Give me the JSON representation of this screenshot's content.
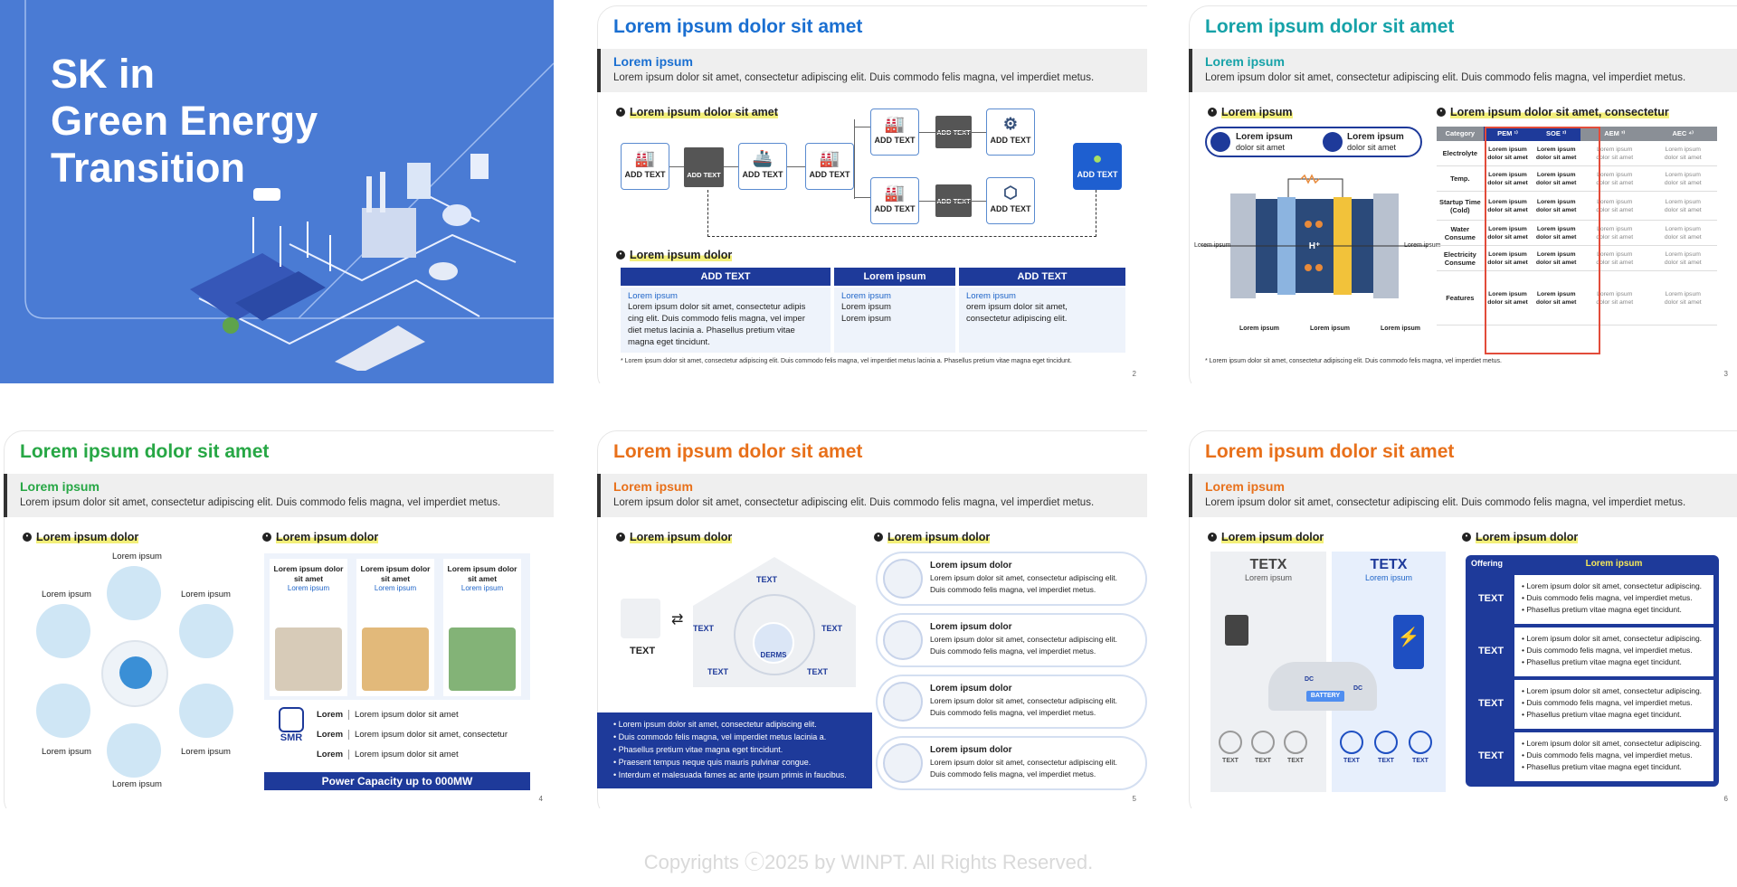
{
  "cover": {
    "line1": "SK in",
    "line2": "Green Energy",
    "line3": "Transition"
  },
  "s2": {
    "title": "Lorem ipsum dolor sit amet",
    "band_h": "Lorem ipsum",
    "band_d": "Lorem ipsum dolor sit amet, consectetur adipiscing elit. Duis commodo felis magna, vel imperdiet metus.",
    "sec1": "Lorem ipsum dolor sit amet",
    "sec2": "Lorem ipsum dolor",
    "add": "ADD TEXT",
    "col1_h": "ADD TEXT",
    "col2_h": "Lorem ipsum",
    "col3_h": "ADD TEXT",
    "sub": "Lorem ipsum",
    "c1_1": "Lorem ipsum dolor sit amet, consectetur adipis cing elit. Duis commodo felis magna, vel imper",
    "c1_2": "diet metus lacinia a. Phasellus pretium vitae magna eget tincidunt.",
    "c2_1": "Lorem ipsum",
    "c2_2": "Lorem ipsum",
    "c3_1": "orem ipsum dolor sit amet,",
    "c3_2": "consectetur adipiscing elit.",
    "note": "* Lorem ipsum dolor sit amet, consectetur adipiscing elit. Duis commodo felis magna, vel imperdiet metus lacinia a. Phasellus pretium vitae magna eget tincidunt.",
    "page": "2"
  },
  "s3": {
    "title": "Lorem ipsum dolor sit amet",
    "band_h": "Lorem ipsum",
    "band_d": "Lorem ipsum dolor sit amet, consectetur adipiscing elit. Duis commodo felis magna, vel imperdiet metus.",
    "sec1": "Lorem ipsum",
    "sec2": "Lorem ipsum dolor sit amet, consectetur",
    "pill1_a": "Lorem ipsum",
    "pill1_b": "dolor sit amet",
    "pill2_a": "Lorem ipsum",
    "pill2_b": "dolor sit amet",
    "cell_l1": "Lorem ipsum",
    "cell_l2": "dolor sit amet",
    "headers": [
      "Category",
      "PEM ¹⁾",
      "SOE ²⁾",
      "AEM ³⁾",
      "AEC ⁴⁾"
    ],
    "rows": [
      "Electrolyte",
      "Temp.",
      "Startup Time (Cold)",
      "Water Consume",
      "Electricity Consume",
      "Features"
    ],
    "cell_a": "Lorem ipsum",
    "cell_b": "dolor sit amet",
    "note": "* Lorem ipsum dolor sit amet, consectetur adipiscing elit. Duis commodo felis magna, vel imperdiet metus.",
    "page": "3",
    "lbl_hplus": "H⁺",
    "lbl_left": "Lorem ipsum",
    "lbl_right": "Lorem ipsum"
  },
  "s4": {
    "title": "Lorem ipsum dolor sit amet",
    "band_h": "Lorem ipsum",
    "band_d": "Lorem ipsum dolor sit amet, consectetur adipiscing elit. Duis commodo felis magna, vel imperdiet metus.",
    "sec1": "Lorem ipsum dolor",
    "sec2": "Lorem ipsum dolor",
    "ring_label": "Lorem ipsum",
    "col_title": "Lorem ipsum dolor sit amet",
    "col_sub": "Lorem ipsum",
    "smr": "SMR",
    "r1_k": "Lorem",
    "r1_v": "Lorem ipsum dolor sit amet",
    "r2_k": "Lorem",
    "r2_v": "Lorem ipsum dolor sit amet, consectetur",
    "r3_k": "Lorem",
    "r3_v": "Lorem ipsum dolor sit amet",
    "bar": "Power Capacity up to 000MW",
    "page": "4"
  },
  "s5": {
    "title": "Lorem ipsum dolor sit amet",
    "band_h": "Lorem ipsum",
    "band_d": "Lorem ipsum dolor sit amet, consectetur adipiscing elit. Duis commodo felis magna, vel imperdiet metus.",
    "sec1": "Lorem ipsum dolor",
    "sec2": "Lorem ipsum dolor",
    "text": "TEXT",
    "derms": "DERMS",
    "bullets": [
      "Lorem ipsum dolor sit amet, consectetur adipiscing elit.",
      "Duis commodo felis magna, vel imperdiet metus lacinia a.",
      "Phasellus pretium vitae magna eget tincidunt.",
      "Praesent tempus neque quis mauris pulvinar congue.",
      "Interdum et malesuada fames ac ante ipsum primis in faucibus."
    ],
    "card_h": "Lorem ipsum dolor",
    "card_b1": "Lorem ipsum dolor sit amet, consectetur adipiscing elit.",
    "card_b2": "Duis commodo felis magna, vel imperdiet metus.",
    "page": "5"
  },
  "s6": {
    "title": "Lorem ipsum dolor sit amet",
    "band_h": "Lorem ipsum",
    "band_d": "Lorem ipsum dolor sit amet, consectetur adipiscing elit. Duis commodo felis magna, vel imperdiet metus.",
    "sec1": "Lorem ipsum dolor",
    "sec2": "Lorem ipsum dolor",
    "tetx": "TETX",
    "tetx_sub": "Lorem ipsum",
    "text": "TEXT",
    "dc": "DC",
    "battery": "BATTERY",
    "offering": "Offering",
    "offer_h": "Lorem ipsum",
    "b1": "Lorem ipsum dolor sit amet, consectetur adipiscing.",
    "b2": "Duis commodo felis magna, vel imperdiet metus.",
    "b3": "Phasellus pretium vitae magna eget tincidunt.",
    "page": "6"
  },
  "footer": "Copyrights ⓒ2025 by WINPT. All Rights Reserved.",
  "colors": {
    "cover_bg": "#4a7bd4",
    "navy": "#1e3a9a",
    "accent_blue": "#1a6fd1",
    "teal": "#16a2a8",
    "green": "#27a745",
    "orange": "#e8701a",
    "highlight": "#f3ef7a"
  }
}
